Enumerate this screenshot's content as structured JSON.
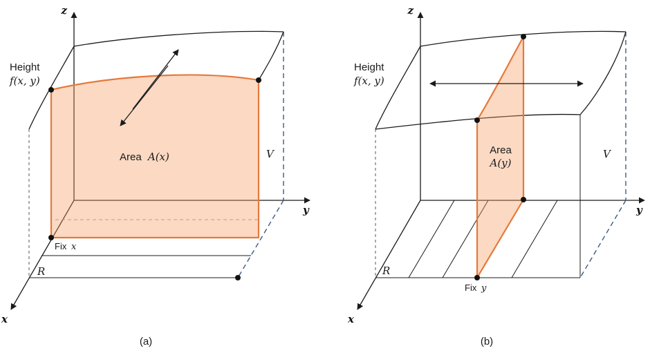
{
  "panel_a": {
    "z_label": "z",
    "y_label": "y",
    "x_label": "x",
    "height_word": "Height",
    "height_math": "f(x, y)",
    "area_word": "Area",
    "area_math": "A(x)",
    "volume_label": "V",
    "region_label": "R",
    "fix_word": "Fix",
    "fix_math": "x",
    "caption": "(a)"
  },
  "panel_b": {
    "z_label": "z",
    "y_label": "y",
    "x_label": "x",
    "height_word": "Height",
    "height_math": "f(x, y)",
    "area_word": "Area",
    "area_math": "A(y)",
    "volume_label": "V",
    "region_label": "R",
    "fix_word": "Fix",
    "fix_math": "y",
    "caption": "(b)"
  },
  "colors": {
    "slice_fill": "#f5c9a8",
    "slice_stroke": "#e5793a",
    "hidden_edge_blue": "#3a5a85",
    "ink": "#1a1a1a"
  }
}
